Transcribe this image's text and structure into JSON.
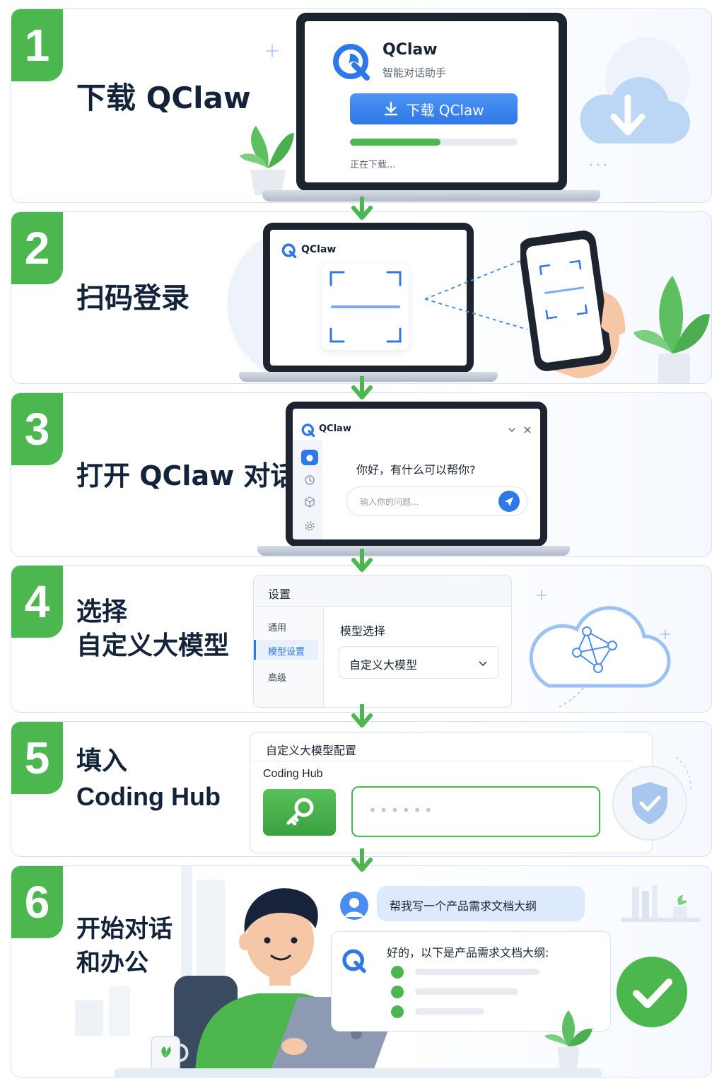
{
  "steps": [
    {
      "number": "1",
      "title": "下载 QClaw"
    },
    {
      "number": "2",
      "title": "扫码登录"
    },
    {
      "number": "3",
      "title": "打开 QClaw 对话"
    },
    {
      "number": "4",
      "title_line1": "选择",
      "title_line2": "自定义大模型"
    },
    {
      "number": "5",
      "title_line1": "填入",
      "title_line2": "Coding Hub"
    },
    {
      "number": "6",
      "title_line1": "开始对话",
      "title_line2": "和办公"
    }
  ],
  "download": {
    "app_name": "QClaw",
    "app_subtitle": "智能对话助手",
    "button_label": "下载 QClaw",
    "progress": 0.54,
    "status": "正在下载..."
  },
  "login": {
    "app_name": "QClaw"
  },
  "chat_window": {
    "app_name": "QClaw",
    "greeting": "你好，有什么可以帮你?",
    "input_placeholder": "输入你的问题..."
  },
  "settings": {
    "title": "设置",
    "menu": [
      "通用",
      "模型设置",
      "高级"
    ],
    "active_index": 1,
    "field_label": "模型选择",
    "selected_model": "自定义大模型"
  },
  "config": {
    "title": "自定义大模型配置",
    "label": "Coding Hub",
    "key_masked": "••••••"
  },
  "conversation": {
    "user_message": "帮我写一个产品需求文档大纲",
    "bot_reply": "好的，以下是产品需求文档大纲:"
  },
  "colors": {
    "accent_green": "#4cb64f",
    "accent_blue": "#2f78e8",
    "ink": "#13233a"
  }
}
